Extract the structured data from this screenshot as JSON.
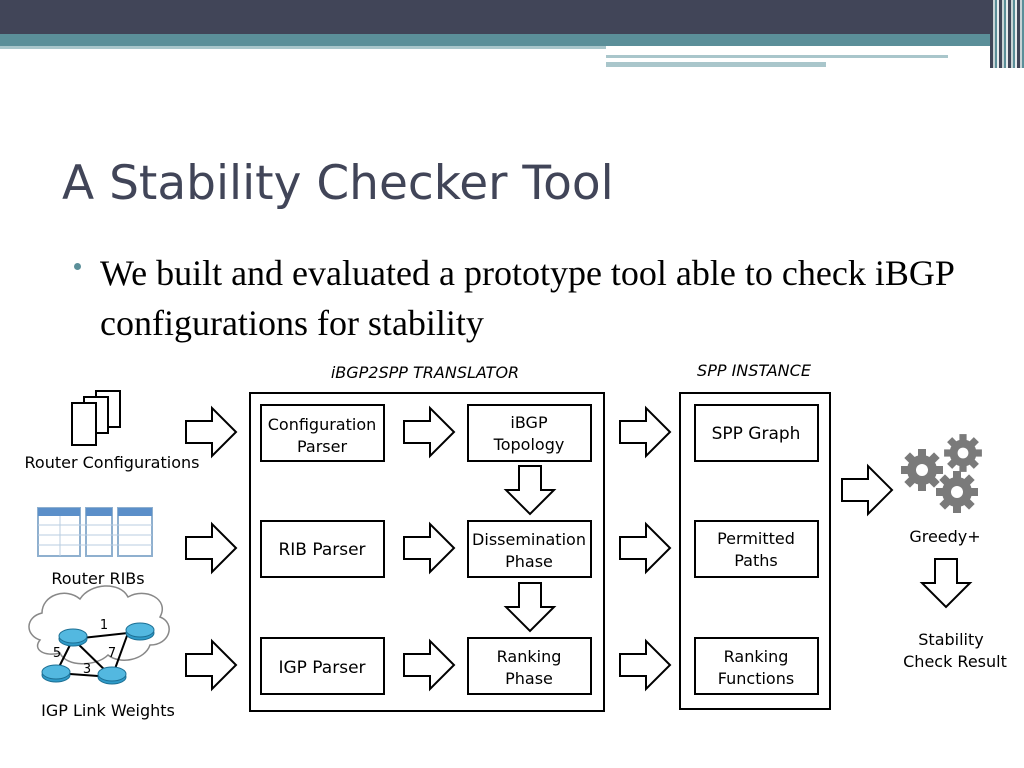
{
  "slide": {
    "title": "A Stability Checker Tool",
    "bullet": "We built and evaluated a prototype tool able to check iBGP configurations for stability"
  },
  "diagram": {
    "translator_label": "iBGP2SPP TRANSLATOR",
    "instance_label": "SPP INSTANCE",
    "inputs": [
      "Router Configurations",
      "Router RIBs",
      "IGP Link Weights"
    ],
    "parsers": [
      [
        "Configuration",
        "Parser"
      ],
      [
        "RIB Parser"
      ],
      [
        "IGP Parser"
      ]
    ],
    "phases": [
      [
        "iBGP",
        "Topology"
      ],
      [
        "Dissemination",
        "Phase"
      ],
      [
        "Ranking",
        "Phase"
      ]
    ],
    "spp": [
      [
        "SPP Graph"
      ],
      [
        "Permitted",
        "Paths"
      ],
      [
        "Ranking",
        "Functions"
      ]
    ],
    "solver_label": "Greedy+",
    "result": [
      "Stability",
      "Check Result"
    ],
    "igp_weights": [
      "1",
      "5",
      "3",
      "7"
    ],
    "colors": {
      "accent": "#5b8f99",
      "header": "#414558",
      "gear": "#7a7a7a"
    }
  }
}
